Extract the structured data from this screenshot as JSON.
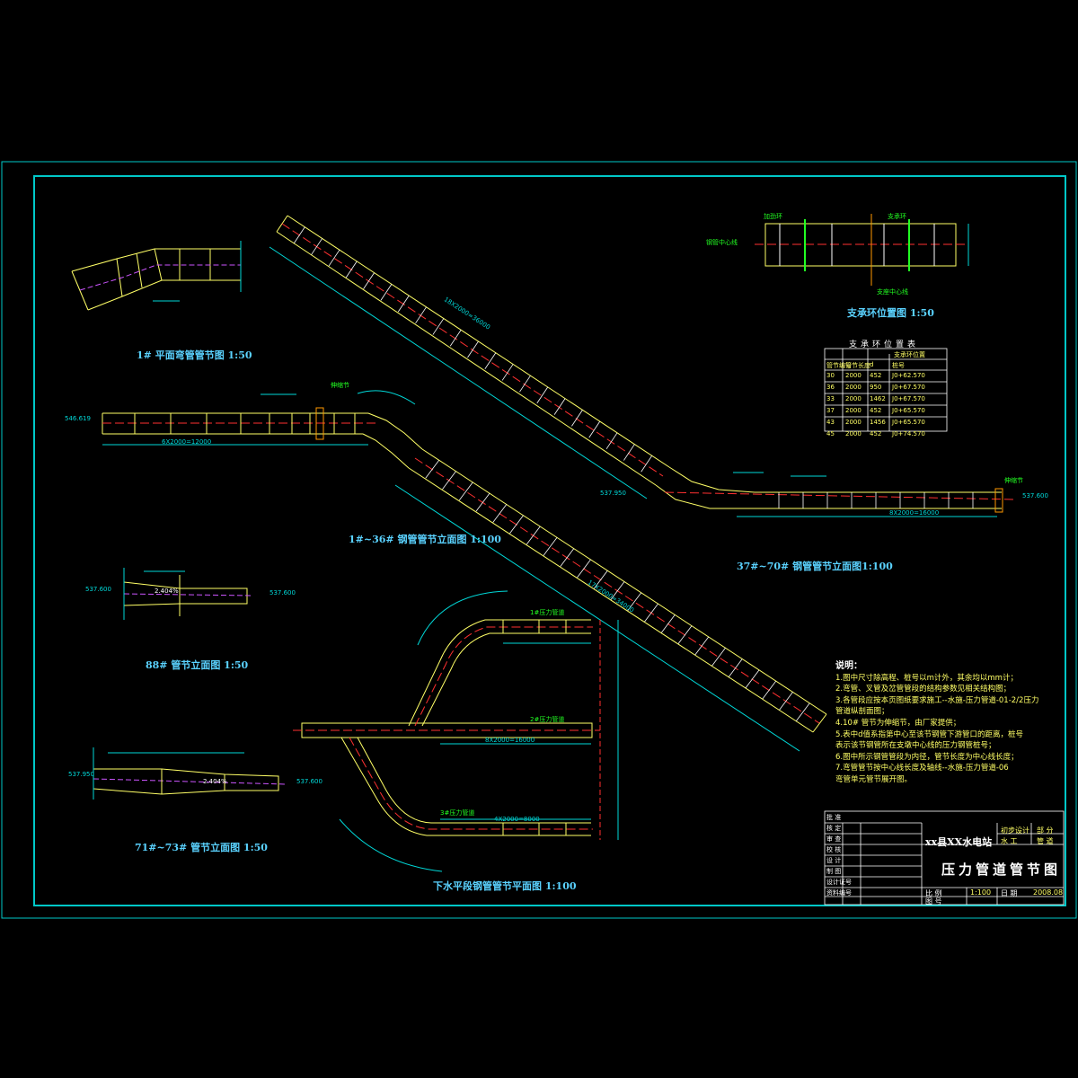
{
  "drawing": {
    "captions": {
      "bend1_plan": "1# 平面弯管管节图 1:50",
      "elev_1_36": "1#~36# 钢管管节立面图 1:100",
      "elev_37_70": "37#~70# 钢管管节立面图1:100",
      "support_ring": "支承环位置图 1:50",
      "pipe_88": "88# 管节立面图 1:50",
      "pipe_71_73": "71#~73# 管节立面图 1:50",
      "lower_horizontal": "下水平段钢管管节平面图 1:100"
    },
    "labels": {
      "elev_left": "546.619",
      "elev_mid": "537.950",
      "elev_right": "537.600",
      "elev_88_left": "537.600",
      "elev_88_right": "537.600",
      "elev_71_left": "537.950",
      "elev_71_right": "537.600",
      "dim_6x2000": "6X2000=12000",
      "dim_8x2000": "8X2000=16000",
      "dim_long": "18X2000=36000",
      "dim_long2": "17X2000=34000",
      "dim_lower": "8X2000=16000",
      "dim_4x2000": "4X2000=8000",
      "slope_88": "2.404%",
      "slope_71": "2.404%",
      "pipe_mark_a": "1#压力管道",
      "pipe_mark_b": "2#压力管道",
      "pipe_mark_c": "3#压力管道",
      "expansion_joint": "伸缩节",
      "support_ring_lbl": "支承环",
      "stiff_ring_lbl": "加劲环",
      "axis_lbl": "钢管中心线",
      "section_lbl": "支座中心线"
    },
    "support_table": {
      "title": "支承环位置表",
      "headers": [
        "管节编号",
        "管节长度",
        "d",
        "桩号"
      ],
      "header_group": "支承环位置",
      "rows": [
        [
          "30",
          "2000",
          "452",
          "J0+62.570"
        ],
        [
          "36",
          "2000",
          "950",
          "J0+67.570"
        ],
        [
          "33",
          "2000",
          "1462",
          "J0+67.570"
        ],
        [
          "37",
          "2000",
          "452",
          "J0+65.570"
        ],
        [
          "43",
          "2000",
          "1456",
          "J0+65.570"
        ],
        [
          "45",
          "2000",
          "452",
          "J0+74.570"
        ]
      ]
    },
    "notes": {
      "heading": "说明：",
      "items": [
        "1.图中尺寸除高程、桩号以m计外，其余均以mm计；",
        "2.弯管、叉管及岔管管段的结构参数见相关结构图；",
        "3.各管段应按本页图纸要求施工--水施-压力管道-01-2/2压力",
        "   管道纵剖面图；",
        "4.10# 管节为伸缩节，由厂家提供；",
        "5.表中d值系指第中心至该节钢管下游管口的距离，桩号",
        "   表示该节钢管所在支墩中心线的压力钢管桩号；",
        "6.图中所示钢管管段为内径，管节长度为中心线长度；",
        "7.弯管管节按中心线长度及轴线--水施-压力管道-06",
        "   弯管单元管节展开图。"
      ]
    },
    "title_block": {
      "project": "xx县XX水电站",
      "stage": "初步设计",
      "discipline": "水 工",
      "part": "部 分",
      "part_val": "管 道",
      "drawing_title": "压力管道管节图",
      "roles": [
        "批 准",
        "核 定",
        "审 查",
        "校 核",
        "设 计",
        "制 图",
        "设计证号",
        "资料编号"
      ],
      "scale_lbl": "比 例",
      "scale_val": "1:100",
      "date_lbl": "日 期",
      "date_val": "2008.08",
      "sheet_lbl": "图 号"
    }
  },
  "colors": {
    "frame": "#00c8c8",
    "pipe": "#ffff66",
    "axis": "#ff3030",
    "center2": "#cc55ff",
    "dim": "#00d8d8",
    "text": "#ffffff",
    "green": "#22ff22",
    "orange": "#ff9900"
  }
}
